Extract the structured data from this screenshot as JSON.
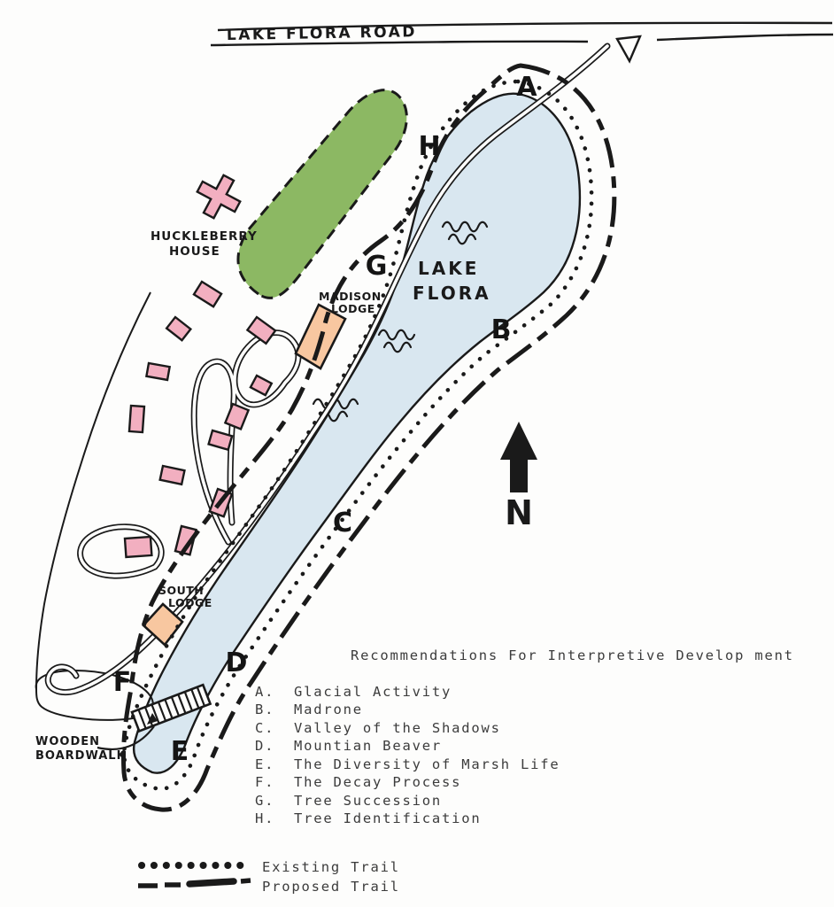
{
  "map": {
    "road_label": "LAKE FLORA ROAD",
    "lake_name_line1": "LAKE",
    "lake_name_line2": "FLORA",
    "huckleberry_line1": "HUCKLEBERRY",
    "huckleberry_line2": "HOUSE",
    "madison_line1": "MADISON",
    "madison_line2": "LODGE",
    "south_line1": "SOUTH",
    "south_line2": "LODGE",
    "boardwalk_line1": "WOODEN",
    "boardwalk_line2": "BOARDWALK",
    "north_label": "N",
    "markers": [
      "A",
      "B",
      "C",
      "D",
      "E",
      "F",
      "G",
      "H"
    ]
  },
  "recommendations": {
    "title": "Recommendations For Interpretive Develop ment",
    "items": [
      {
        "key": "A.",
        "label": "Glacial Activity"
      },
      {
        "key": "B.",
        "label": "Madrone"
      },
      {
        "key": "C.",
        "label": "Valley of the Shadows"
      },
      {
        "key": "D.",
        "label": "Mountian Beaver"
      },
      {
        "key": "E.",
        "label": "The Diversity of Marsh Life"
      },
      {
        "key": "F.",
        "label": "The Decay Process"
      },
      {
        "key": "G.",
        "label": "Tree Succession"
      },
      {
        "key": "H.",
        "label": "Tree Identification"
      }
    ]
  },
  "legend": {
    "existing_label": "Existing Trail",
    "proposed_label": "Proposed Trail"
  },
  "colors": {
    "lake": "#d9e7f0",
    "meadow": "#8cb863",
    "cabin": "#f2afc0",
    "lodge": "#f8c7a0",
    "ink": "#1a1a1a"
  }
}
